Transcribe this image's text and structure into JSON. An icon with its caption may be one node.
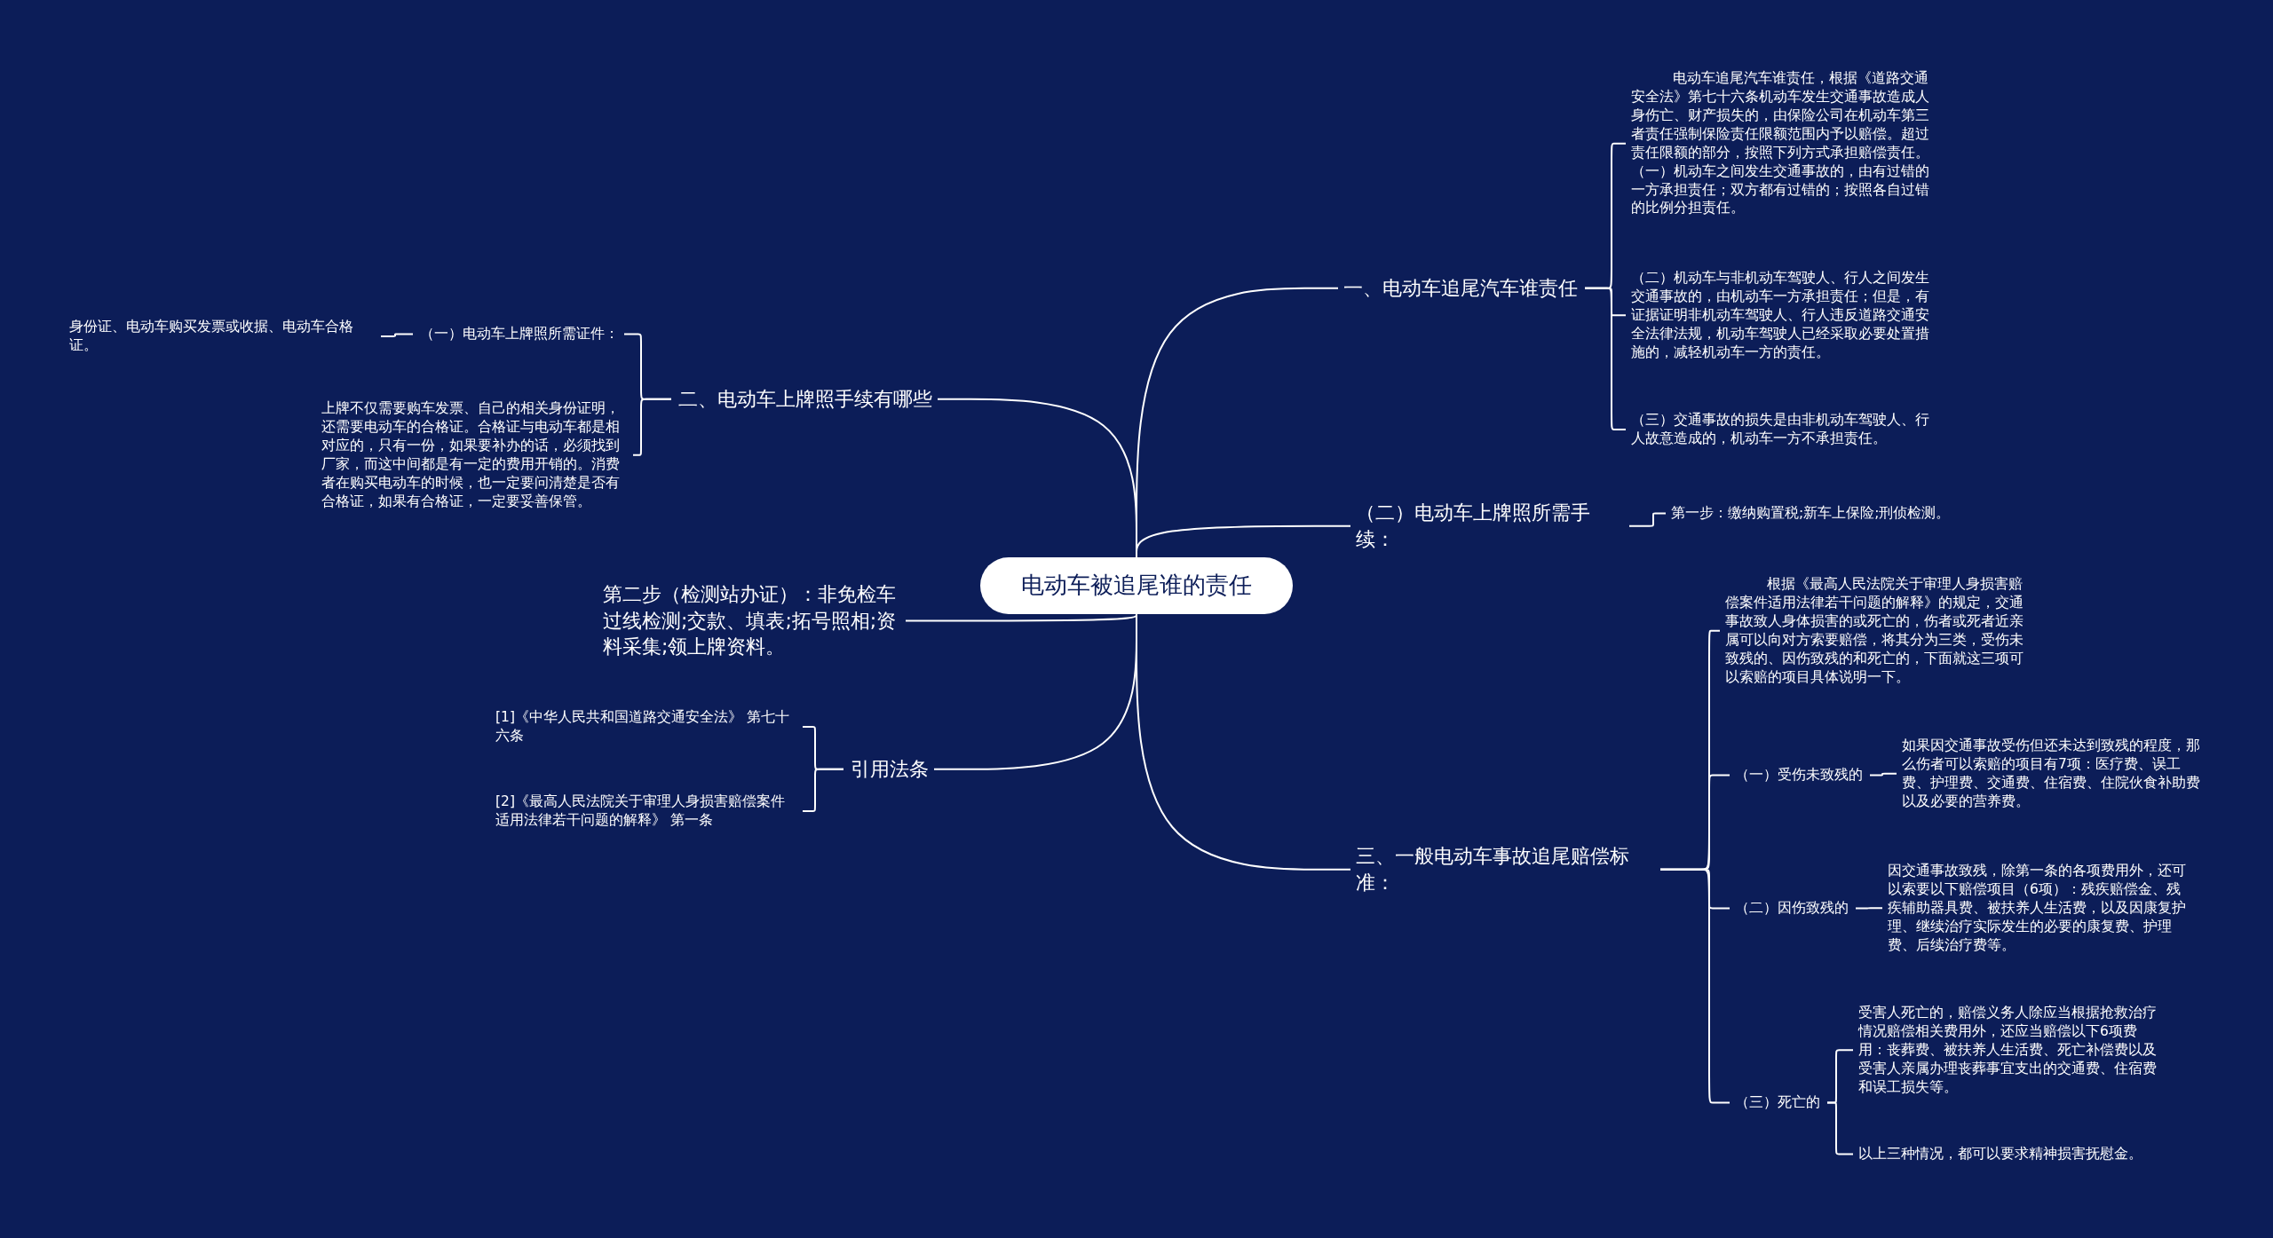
{
  "diagram": {
    "nodes": [
      {
        "text": [
          "电动车被追尾谁的责任"
        ]
      },
      {
        "text": [
          "一、电动车追尾汽车谁责任"
        ]
      },
      {
        "text": [
          "电动车追尾汽车谁责任，根据《道路交通安全法》第七十六条机动车发生交通事故造成人身伤亡、财产损失的，由保险公司在机动车第三者责任强制保险责任限额范围内予以赔偿。超过责任限额的部分，按照下列方式承担赔偿责任。（一）机动车之间发生交通事故的，由有过错的一方承担责任；双方都有过错的；按照各自过错的比例分担责任。"
        ]
      },
      {
        "text": [
          "（二）机动车与非机动车驾驶人、行人之间发生交通事故的，由机动车一方承担责任；但是，有证据证明非机动车驾驶人、行人违反道路交通安全法律法规，机动车驾驶人已经采取必要处置措施的，减轻机动车一方的责任。"
        ]
      },
      {
        "text": [
          "（三）交通事故的损失是由非机动车驾驶人、行人故意造成的，机动车一方不承担责任。"
        ]
      },
      {
        "text": [
          "（二）电动车上牌照所需手续："
        ]
      },
      {
        "text": [
          "第一步：缴纳购置税;新车上保险;刑侦检测。"
        ]
      },
      {
        "text": [
          "三、一般电动车事故追尾赔偿标准："
        ]
      },
      {
        "text": [
          "根据《最高人民法院关于审理人身损害赔偿案件适用法律若干问题的解释》的规定，交通事故致人身体损害的或死亡的，伤者或死者近亲属可以向对方索要赔偿，将其分为三类，受伤未致残的、因伤致残的和死亡的，下面就这三项可以索赔的项目具体说明一下。"
        ]
      },
      {
        "text": [
          "（一）受伤未致残的"
        ]
      },
      {
        "text": [
          "如果因交通事故受伤但还未达到致残的程度，那么伤者可以索赔的项目有7项：医疗费、误工费、护理费、交通费、住宿费、住院伙食补助费以及必要的营养费。"
        ]
      },
      {
        "text": [
          "（二）因伤致残的"
        ]
      },
      {
        "text": [
          "因交通事故致残，除第一条的各项费用外，还可以索要以下赔偿项目（6项）：残疾赔偿金、残疾辅助器具费、被扶养人生活费，以及因康复护理、继续治疗实际发生的必要的康复费、护理费、后续治疗费等。"
        ]
      },
      {
        "text": [
          "（三）死亡的"
        ]
      },
      {
        "text": [
          "受害人死亡的，赔偿义务人除应当根据抢救治疗情况赔偿相关费用外，还应当赔偿以下6项费用：丧葬费、被扶养人生活费、死亡补偿费以及受害人亲属办理丧葬事宜支出的交通费、住宿费和误工损失等。"
        ]
      },
      {
        "text": [
          "以上三种情况，都可以要求精神损害抚慰金。"
        ]
      },
      {
        "text": [
          "二、电动车上牌照手续有哪些"
        ]
      },
      {
        "text": [
          "（一）电动车上牌照所需证件："
        ]
      },
      {
        "text": [
          "身份证、电动车购买发票或收据、电动车合格证。"
        ]
      },
      {
        "text": [
          "上牌不仅需要购车发票、自己的相关身份证明，还需要电动车的合格证。合格证与电动车都是相对应的，只有一份，如果要补办的话，必须找到厂家，而这中间都是有一定的费用开销的。消费者在购买电动车的时候，也一定要问清楚是否有合格证，如果有合格证，一定要妥善保管。"
        ]
      },
      {
        "text": [
          "第二步（检测站办证）：非免检车过线检测;交款、填表;拓号照相;资料采集;领上牌资料。"
        ]
      },
      {
        "text": [
          "引用法条"
        ]
      },
      {
        "text": [
          "[1]《中华人民共和国道路交通安全法》 第七十六条"
        ]
      },
      {
        "text": [
          "[2]《最高人民法院关于审理人身损害赔偿案件适用法律若干问题的解释》 第一条"
        ]
      }
    ],
    "edges": [
      {
        "from": 0,
        "to": 1,
        "arrow": "none"
      },
      {
        "from": 1,
        "to": 2,
        "arrow": "none"
      },
      {
        "from": 1,
        "to": 3,
        "arrow": "none"
      },
      {
        "from": 1,
        "to": 4,
        "arrow": "none"
      },
      {
        "from": 0,
        "to": 5,
        "arrow": "none"
      },
      {
        "from": 5,
        "to": 6,
        "arrow": "none"
      },
      {
        "from": 0,
        "to": 7,
        "arrow": "none"
      },
      {
        "from": 7,
        "to": 8,
        "arrow": "none"
      },
      {
        "from": 7,
        "to": 9,
        "arrow": "none"
      },
      {
        "from": 9,
        "to": 10,
        "arrow": "none"
      },
      {
        "from": 7,
        "to": 11,
        "arrow": "none"
      },
      {
        "from": 11,
        "to": 12,
        "arrow": "none"
      },
      {
        "from": 7,
        "to": 13,
        "arrow": "none"
      },
      {
        "from": 13,
        "to": 14,
        "arrow": "none"
      },
      {
        "from": 13,
        "to": 15,
        "arrow": "none"
      },
      {
        "from": 0,
        "to": 16,
        "arrow": "none"
      },
      {
        "from": 16,
        "to": 17,
        "arrow": "none"
      },
      {
        "from": 17,
        "to": 18,
        "arrow": "none"
      },
      {
        "from": 16,
        "to": 19,
        "arrow": "none"
      },
      {
        "from": 0,
        "to": 20,
        "arrow": "none"
      },
      {
        "from": 0,
        "to": 21,
        "arrow": "none"
      },
      {
        "from": 21,
        "to": 22,
        "arrow": "none"
      },
      {
        "from": 21,
        "to": 23,
        "arrow": "none"
      }
    ]
  }
}
